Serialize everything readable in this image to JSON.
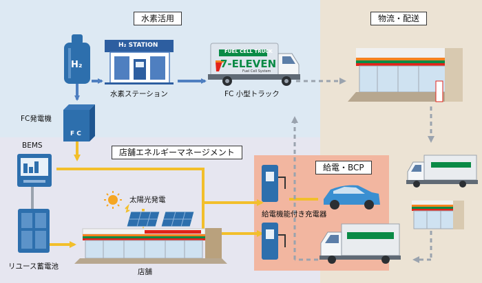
{
  "sections": {
    "hydrogen": "水素活用",
    "logistics": "物流・配送",
    "energy_mgmt": "店舗エネルギーマネージメント",
    "charging": "給電・BCP"
  },
  "labels": {
    "h2_tank": "H₂",
    "station_sign": "H₂ STATION",
    "station": "水素ステーション",
    "fc_truck": "FC 小型トラック",
    "fc_generator": "FC発電機",
    "fc_generator_mark": "F C",
    "bems": "BEMS",
    "solar": "太陽光発電",
    "store": "店舗",
    "reuse_battery": "リユース蓄電池",
    "charger": "給電機能付き充電器"
  },
  "truck_text": {
    "line1": "FUEL CELL TRUCK",
    "line2": "7-ELEVEN",
    "line3": "Fuel Cell System"
  },
  "colors": {
    "hydrogen_bg": "#dde9f3",
    "logistics_bg": "#ece3d4",
    "energy_bg": "#e4e4ef",
    "charging_bg": "#f3b8a3",
    "blue_arrow": "#4f7fc0",
    "yellow_line": "#f2bf2b",
    "gray_arrow": "#9aa3ae",
    "seven_green": "#0a8a45",
    "seven_orange": "#f58220",
    "seven_red": "#e2231a"
  }
}
